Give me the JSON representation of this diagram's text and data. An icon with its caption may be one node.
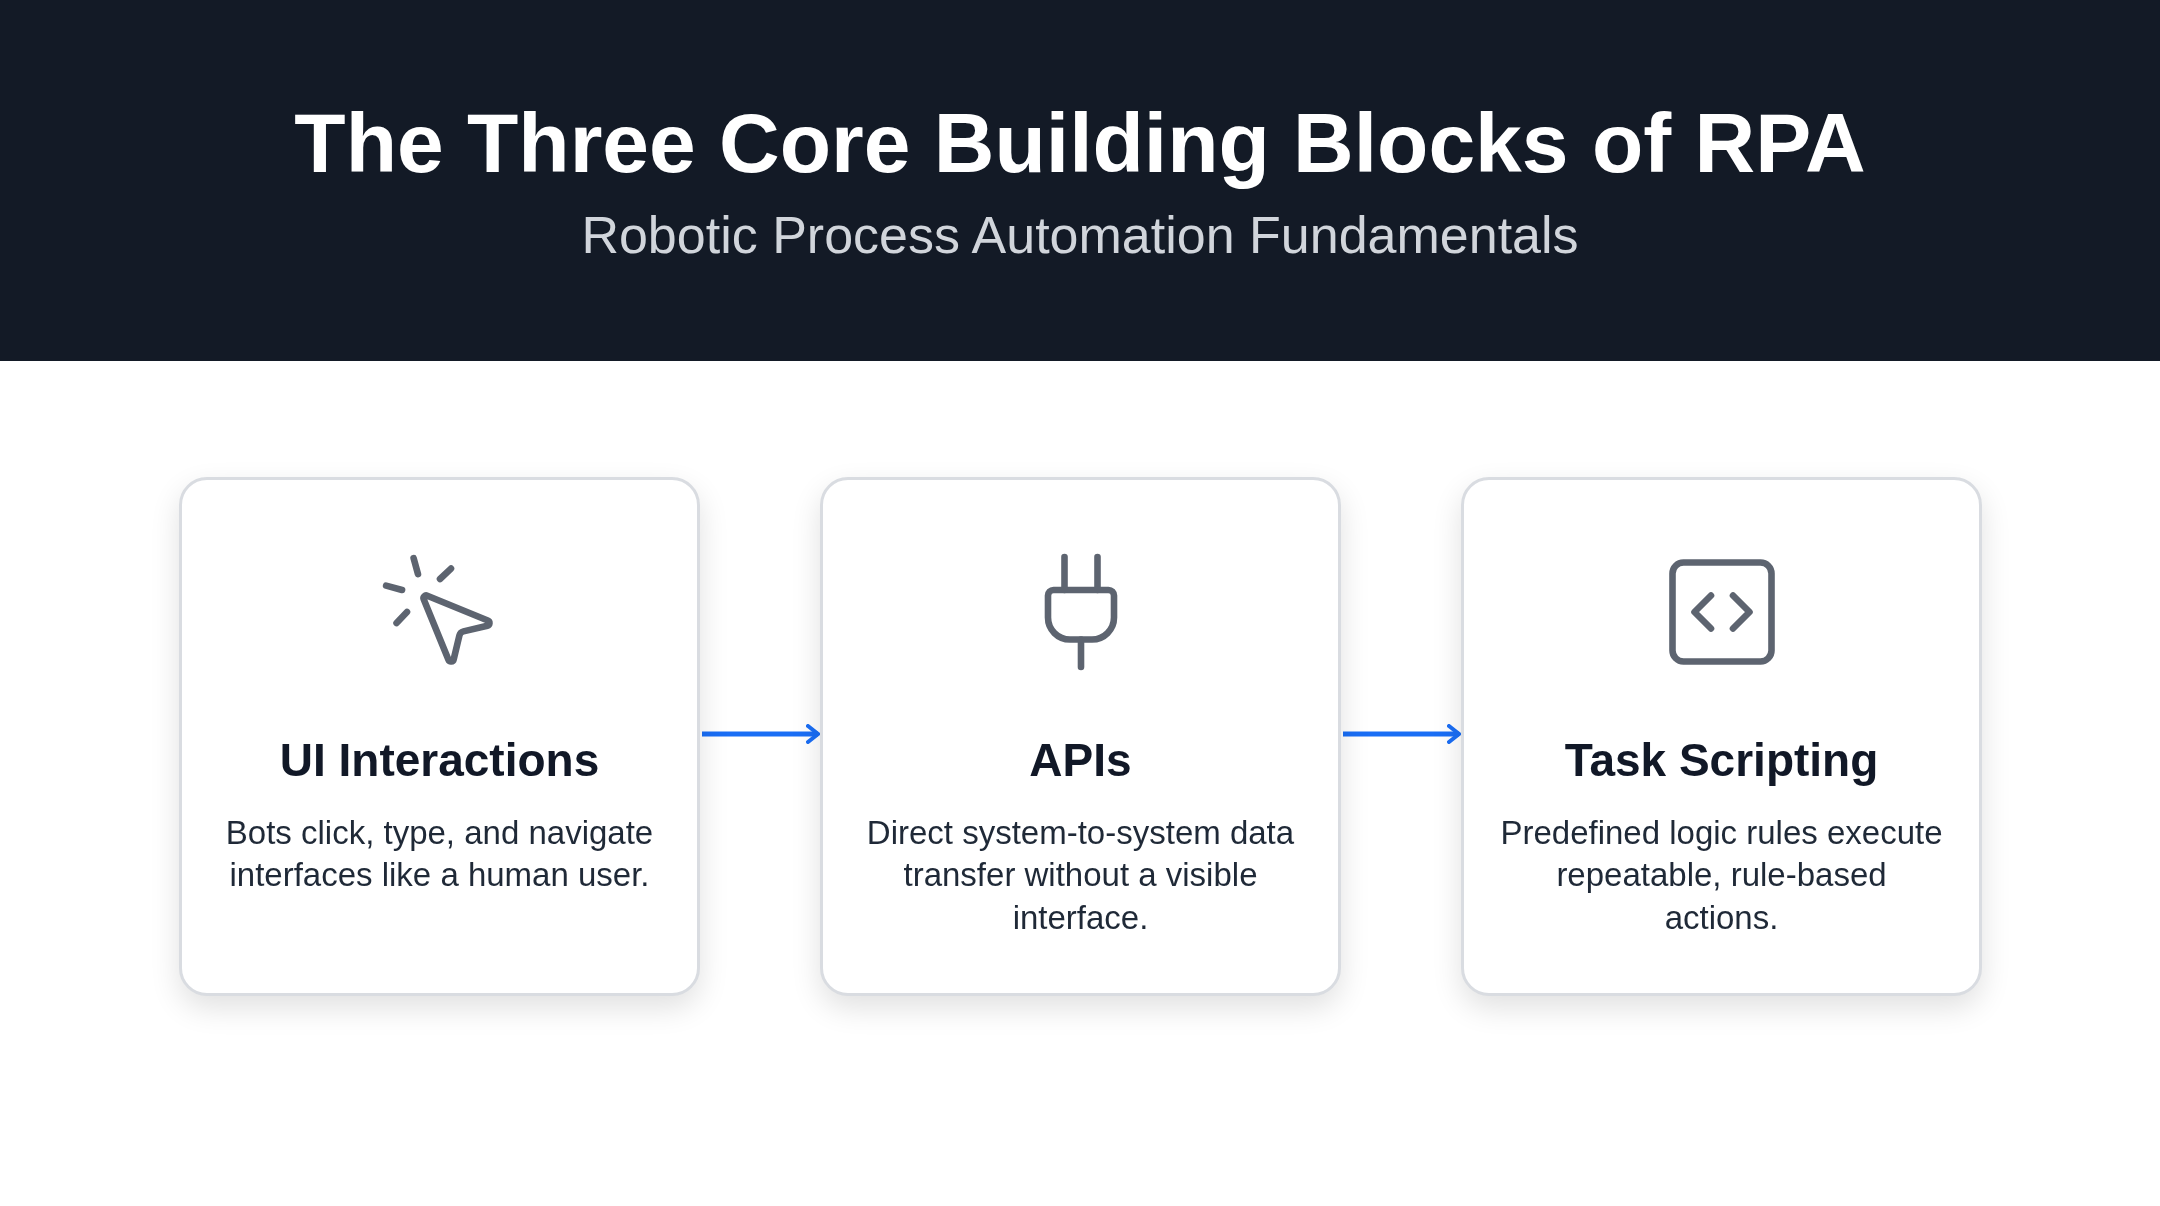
{
  "diagram": {
    "title": "The Three Core Building Blocks of **RPA**",
    "caption": "Robotic Process Automation Fundamentals",
    "nodes": [
      {
        "text": [
          "UI Interactions",
          "Bots click, type, and navigate interfaces like a human user."
        ]
      },
      {
        "text": [
          "APIs",
          "Direct system-to-system data transfer without a visible interface."
        ]
      },
      {
        "text": [
          "Task Scripting",
          "Predefined logic rules execute repeatable, rule-based actions."
        ]
      }
    ],
    "edges": [
      {
        "from": 0,
        "to": 1,
        "arrow": "to",
        "color": "#1a6ef5"
      },
      {
        "from": 1,
        "to": 2,
        "arrow": "to",
        "color": "#1a6ef5"
      }
    ]
  }
}
